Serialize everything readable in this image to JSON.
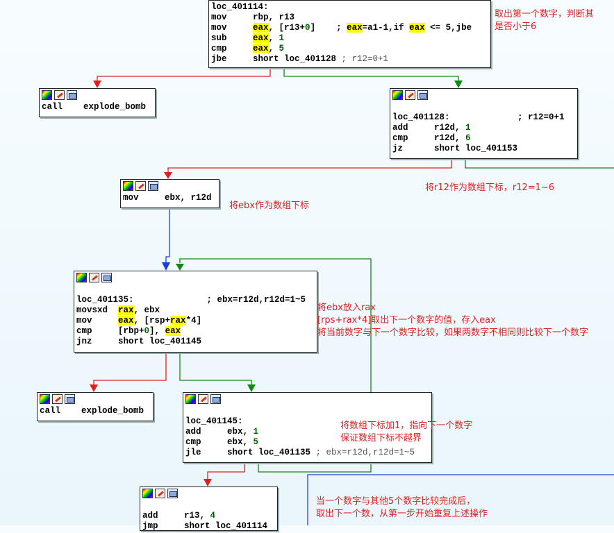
{
  "blocks": {
    "n1": {
      "label": "loc_401114:",
      "l1": "mov     rbp, r13",
      "l2a": "mov     ",
      "l2b": "eax",
      ", ": "",
      "l2c": ", [r13+",
      "l2d": "0",
      "l2e": "]    ; ",
      "l2f": "eax",
      "l2g": "=a1-1,if ",
      "l2h": "eax",
      "l2i": " <= 5,jbe",
      "l3a": "sub     ",
      "l3b": "eax",
      "l3c": ", ",
      "l3d": "1",
      "l4a": "cmp     ",
      "l4b": "eax",
      "l4c": ", ",
      "l4d": "5",
      "l5a": "jbe     short loc_401128 ",
      "l5b": "; r12=0+1"
    },
    "n2": {
      "l1a": "call    ",
      "l1b": "explode_bomb"
    },
    "n3": {
      "l1a": "loc_401128:",
      "l1b": "             ; r12=0+1",
      "l2a": "add     r12d, ",
      "l2b": "1",
      "l3a": "cmp     r12d, ",
      "l3b": "6",
      "l4": "jz      short loc_401153"
    },
    "n4": {
      "l1": "mov     ebx, r12d"
    },
    "n5": {
      "l1a": "loc_401135:",
      "l1b": "              ; ebx=r12d,r12d=1~5",
      "l2a": "movsxd  ",
      "l2b": "rax",
      "l2c": ", ebx",
      "l3a": "mov     ",
      "l3b": "eax",
      "l3c": ", [rsp+",
      "l3d": "rax",
      "l3e": "*4]",
      "l4a": "cmp     [rbp+",
      "l4b": "0",
      "l4c": "], ",
      "l4d": "eax",
      "l5": "jnz     short loc_401145"
    },
    "n6": {
      "l1a": "call    ",
      "l1b": "explode_bomb"
    },
    "n7": {
      "l1": "loc_401145:",
      "l2a": "add     ebx, ",
      "l2b": "1",
      "l3a": "cmp     ebx, ",
      "l3b": "5",
      "l4a": "jle     short loc_401135 ",
      "l4b": "; ebx=r12d,r12d=1~5"
    },
    "n8": {
      "l1a": "add     r13, ",
      "l1b": "4",
      "l2": "jmp     short loc_401114"
    }
  },
  "annotations": {
    "a1_line1": "取出第一个数字，判断其",
    "a1_line2": "是否小于6",
    "a2": "将r12作为数组下标，r12=1~6",
    "a3": "将ebx作为数组下标",
    "a4_line1": "将ebx放入rax",
    "a4_line2": "[rps+rax*4]取出下一个数字的值，存入eax",
    "a4_line3": "将当前数字与下一个数字比较，如果两数字不相同则比较下一个数字",
    "a5_line1": "将数组下标加1，指向下一个数字",
    "a5_line2": "保证数组下标不越界",
    "a6_line1": "当一个数字与其他5个数字比较完成后，",
    "a6_line2": "取出下一个数，从第一步开始重复上述操作"
  },
  "colors": {
    "false_edge": "#e02020",
    "true_edge": "#118811",
    "uncond_edge": "#1a3fe0",
    "highlight": "#ffff00",
    "annotation": "#e02020"
  },
  "icons": [
    "palette-icon",
    "edit-icon",
    "graph-icon"
  ]
}
